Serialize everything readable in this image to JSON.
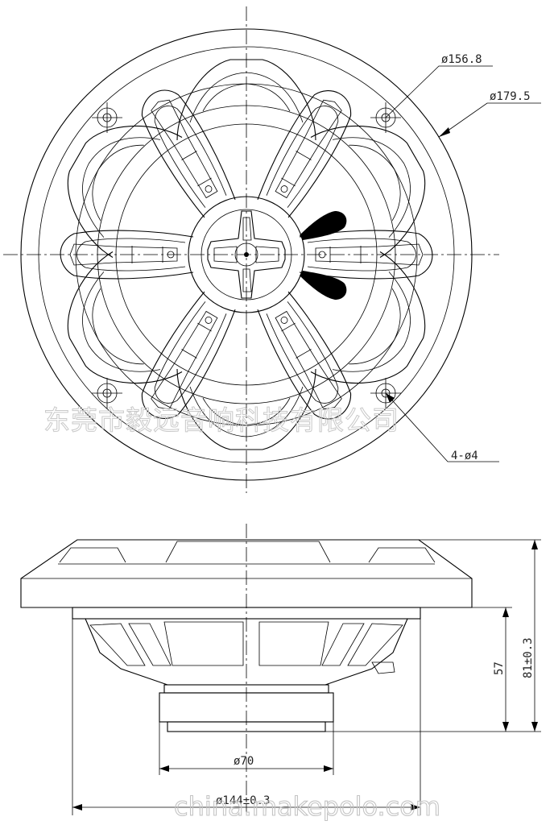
{
  "front_view": {
    "dim_outer": "ø179.5",
    "dim_bolt_circle": "ø156.8",
    "dim_holes": "4-ø4"
  },
  "side_view": {
    "dim_height_total": "81±0.3",
    "dim_depth": "57",
    "dim_magnet": "ø70",
    "dim_basket": "ø144±0.3"
  },
  "watermarks": {
    "company": "东莞市毅远音响科技有限公司",
    "site": "china.makepolo.com"
  },
  "colors": {
    "line": "#000000",
    "watermark": "#c8c8c8",
    "background": "#ffffff"
  }
}
